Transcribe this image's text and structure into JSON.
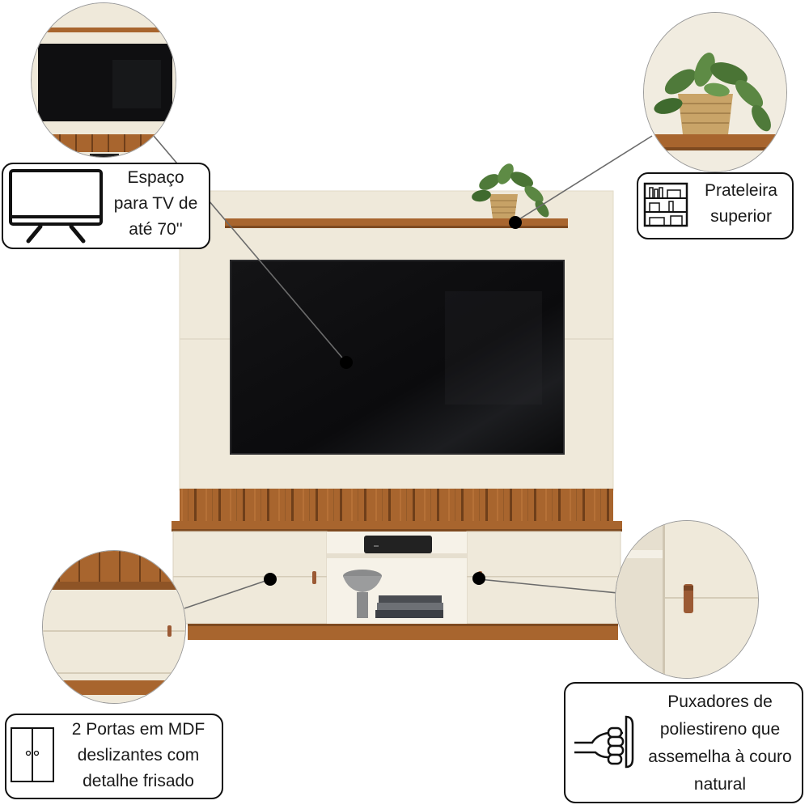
{
  "callouts": {
    "tv": {
      "line1": "Espaço",
      "line2": "para TV de",
      "line3": "até 70''",
      "icon": "tv-icon"
    },
    "shelf": {
      "line1": "Prateleira",
      "line2": "superior",
      "icon": "bookshelf-icon"
    },
    "doors": {
      "line1": "2 Portas em MDF",
      "line2": "deslizantes com",
      "line3": "detalhe frisado",
      "icon": "cabinet-doors-icon"
    },
    "handles": {
      "line1": "Puxadores de",
      "line2": "poliestireno que",
      "line3": "assemelha à couro",
      "line4": "natural",
      "icon": "hand-grip-icon"
    }
  },
  "colors": {
    "panel_cream": "#efe9da",
    "wood": "#a8652e",
    "wood_dark": "#7e4a20",
    "tv_black": "#0d0d0f",
    "leather": "#9b5a34",
    "plant_green": "#4f7a3a",
    "outline": "#111111"
  }
}
